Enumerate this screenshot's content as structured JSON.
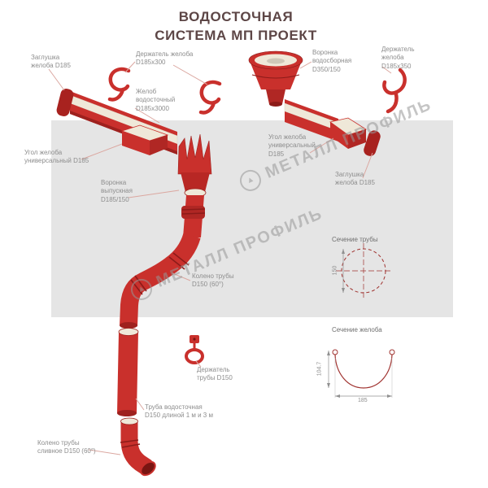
{
  "title": {
    "text": "ВОДОСТОЧНАЯ\nСИСТЕМА МП ПРОЕКТ"
  },
  "watermark": {
    "text": "МЕТАЛЛ ПРОФИЛЬ",
    "icon": "▲"
  },
  "labels": {
    "cap_left": "Заглушка\nжелоба D185",
    "holder_gutter_300": "Держатель желоба\nD185х300",
    "gutter": "Желоб\nводосточный\nD185х3000",
    "corner_left": "Угол желоба\nуниверсальный D185",
    "funnel_outlet": "Воронка\nвыпускная\nD185/150",
    "pipe_elbow": "Колено трубы\nD150 (60°)",
    "pipe_holder": "Держатель\nтрубы D150",
    "downpipe": "Труба водосточная\nD150 длиной 1 м и 3 м",
    "drain_elbow": "Колено трубы\nсливное D150 (60°)",
    "funnel_collector": "Воронка\nводосборная\nD350/150",
    "holder_gutter_350": "Держатель\nжелоба\nD185х350",
    "corner_right": "Угол желоба\nуниверсальный\nD185",
    "cap_right": "Заглушка\nжелоба D185",
    "section_pipe": "Сечение трубы",
    "section_gutter": "Сечение желоба"
  },
  "dimensions": {
    "pipe_diameter": "150",
    "gutter_width": "185",
    "gutter_height": "104.7"
  },
  "colors": {
    "component_red": "#c9302c",
    "component_dark_red": "#8c1b19",
    "cream": "#efe8d8",
    "roof_gray": "#e5e5e5",
    "label_gray": "#8d8d8d",
    "title_brown": "#5d4646",
    "leader_pink": "#dba7a0"
  }
}
